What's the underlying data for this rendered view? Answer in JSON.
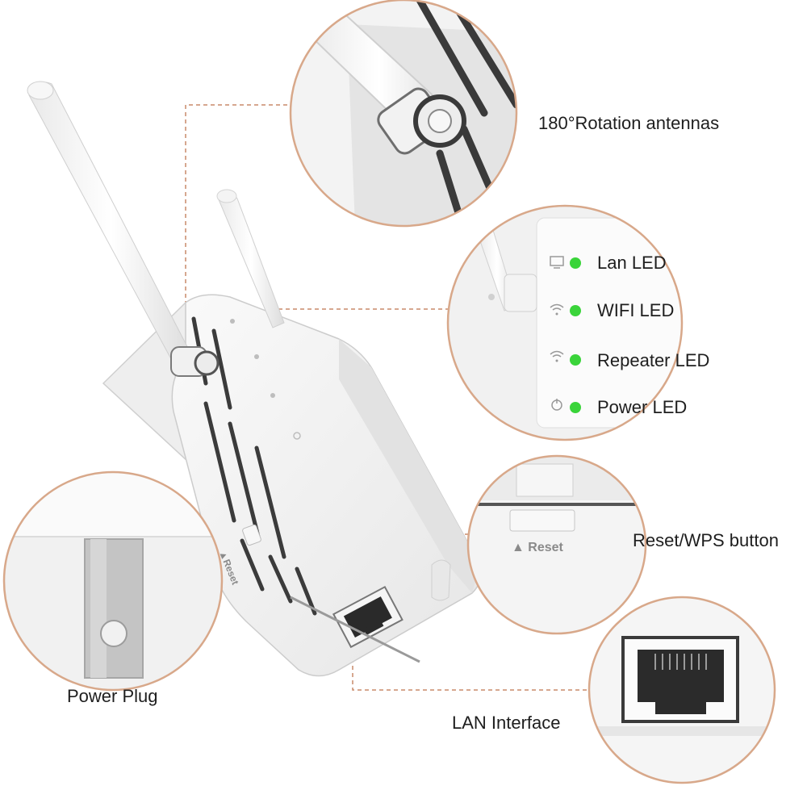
{
  "callouts": {
    "antennas": "180°Rotation antennas",
    "led_indicators": {
      "items": [
        {
          "label": "Lan LED",
          "icon": "monitor-icon",
          "led_color": "#3ad43a"
        },
        {
          "label": "WIFI LED",
          "icon": "wifi-icon",
          "led_color": "#3ad43a"
        },
        {
          "label": "Repeater LED",
          "icon": "repeater-wifi-icon",
          "led_color": "#3ad43a"
        },
        {
          "label": "Power LED",
          "icon": "power-icon",
          "led_color": "#3ad43a"
        }
      ]
    },
    "reset_button": "Reset/WPS button",
    "reset_zoom_text": "▲ Reset",
    "power_plug": "Power Plug",
    "lan_interface": "LAN Interface"
  },
  "device": {
    "reset_side_text": "▲Reset"
  },
  "colors": {
    "callout_ring": "#d8a88a",
    "leader_line": "#c98a6a",
    "device_body": "#f4f4f4",
    "led_green": "#3ad43a"
  }
}
